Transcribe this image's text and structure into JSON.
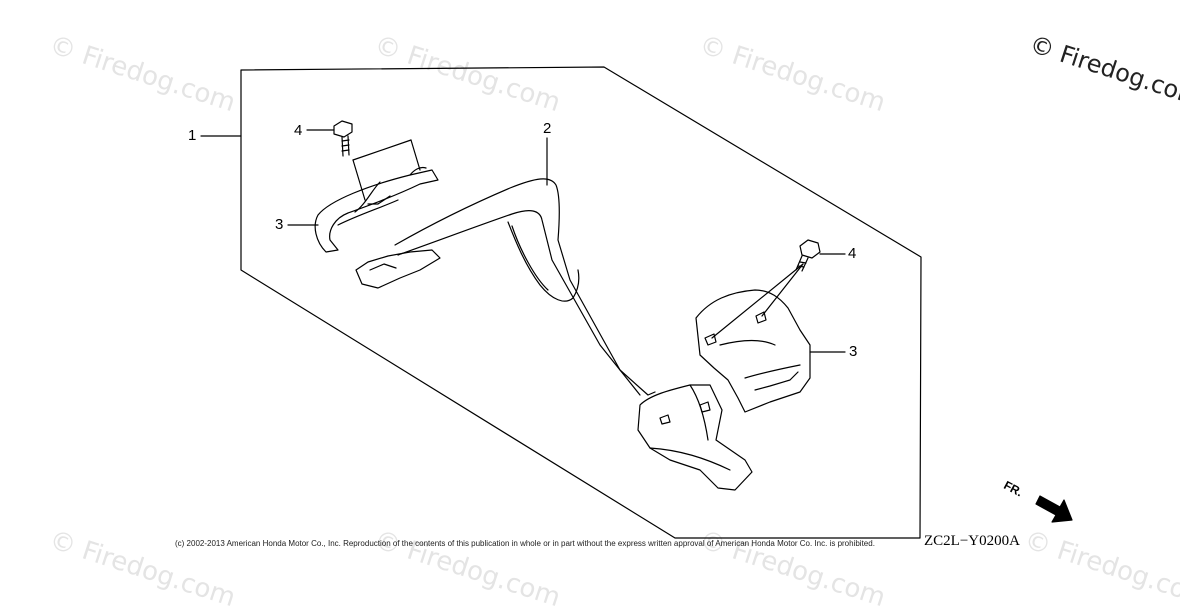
{
  "watermarks": {
    "text": "© Firedog.com",
    "corner_text": "© Firedog.com"
  },
  "callouts": [
    "1",
    "2",
    "3",
    "3",
    "4",
    "4"
  ],
  "copyright": "(c) 2002-2013 American Honda Motor Co., Inc. Reproduction of the contents of this publication in whole or in part without the express written approval of American Honda Motor Co. Inc. is prohibited.",
  "diagram_code": "ZC2L−Y0200A",
  "front_indicator": "FR.",
  "colors": {
    "line": "#000000",
    "watermark": "#e4e4e4",
    "background": "#ffffff"
  }
}
